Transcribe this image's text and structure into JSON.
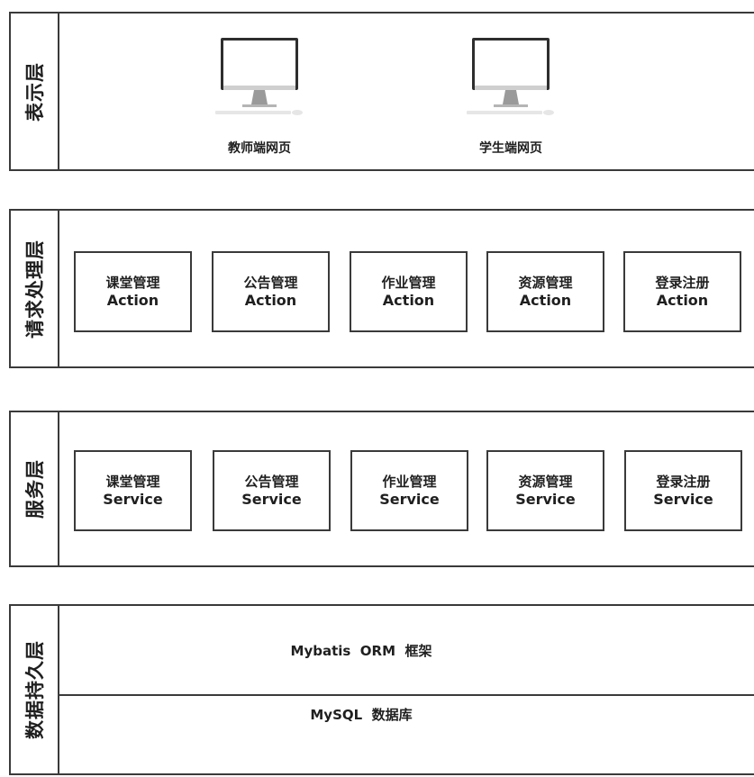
{
  "layers": {
    "presentation": {
      "label": "表示层",
      "clients": [
        "教师端网页",
        "学生端网页"
      ]
    },
    "request": {
      "label": "请求处理层",
      "modules": [
        {
          "name": "课堂管理",
          "kind": "Action"
        },
        {
          "name": "公告管理",
          "kind": "Action"
        },
        {
          "name": "作业管理",
          "kind": "Action"
        },
        {
          "name": "资源管理",
          "kind": "Action"
        },
        {
          "name": "登录注册",
          "kind": "Action"
        }
      ]
    },
    "service": {
      "label": "服务层",
      "modules": [
        {
          "name": "课堂管理",
          "kind": "Service"
        },
        {
          "name": "公告管理",
          "kind": "Service"
        },
        {
          "name": "作业管理",
          "kind": "Service"
        },
        {
          "name": "资源管理",
          "kind": "Service"
        },
        {
          "name": "登录注册",
          "kind": "Service"
        }
      ]
    },
    "persistence": {
      "label": "数据持久层",
      "rows": [
        "Mybatis  ORM  框架",
        "MySQL  数据库"
      ]
    }
  }
}
